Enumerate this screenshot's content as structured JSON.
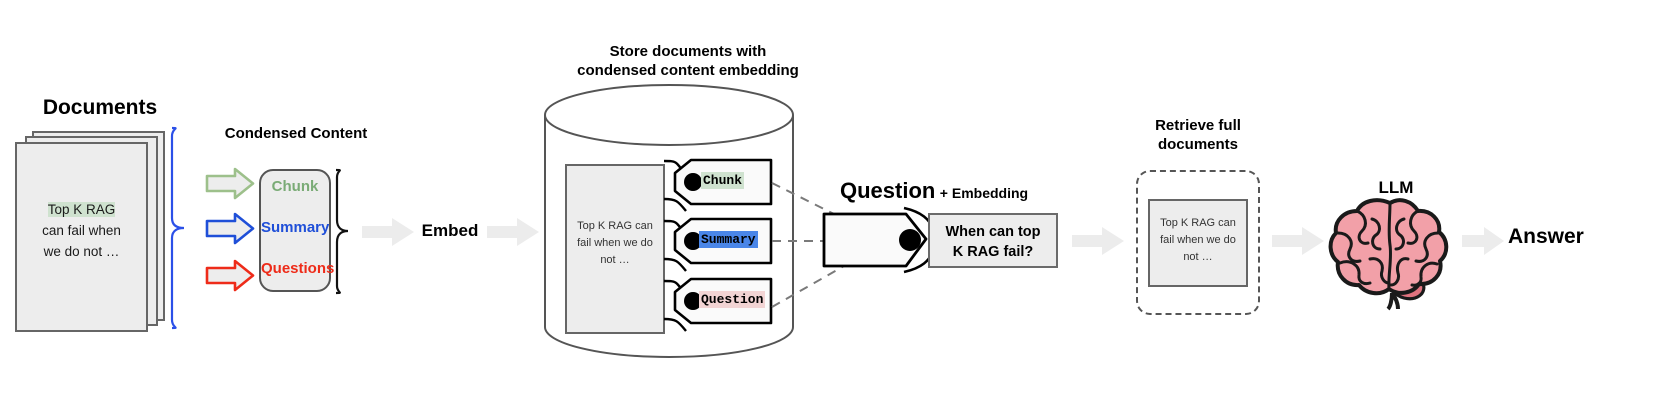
{
  "diagram": {
    "title_documents": "Documents",
    "title_condensed": "Condensed Content",
    "title_store_line1": "Store documents with",
    "title_store_line2": "condensed content embedding",
    "title_retrieve_line1": "Retrieve full",
    "title_retrieve_line2": "documents",
    "title_llm": "LLM",
    "label_embed": "Embed",
    "label_answer": "Answer",
    "question_heading_bold": "Question",
    "question_heading_rest": "+ Embedding"
  },
  "document": {
    "highlight": "Top K RAG",
    "line2": "can fail when",
    "line3": "we do not …"
  },
  "db_document": {
    "line1": "Top K RAG can",
    "line2": "fail when we do",
    "line3": "not …"
  },
  "retrieved_document": {
    "line1": "Top K RAG can",
    "line2": "fail when we do",
    "line3": "not …"
  },
  "condensed": {
    "items": [
      {
        "label": "Chunk",
        "color": "#7aab76"
      },
      {
        "label": "Summary",
        "color": "#1f4fd8"
      },
      {
        "label": "Questions",
        "color": "#ee2b19"
      }
    ]
  },
  "arrows_into_condensed": [
    {
      "name": "chunk-arrow",
      "stroke": "#9dc08b",
      "fill": "#ededed"
    },
    {
      "name": "summary-arrow",
      "stroke": "#1f4fd8",
      "fill": "#ededed"
    },
    {
      "name": "questions-arrow",
      "stroke": "#ee2b19",
      "fill": "#ededed"
    }
  ],
  "db_tags": [
    {
      "label": "Chunk",
      "highlight": "#cfe2cf"
    },
    {
      "label": "Summary",
      "highlight": "#4a86e8"
    },
    {
      "label": "Question",
      "highlight": "#f2d4d4"
    }
  ],
  "question_box": {
    "line1": "When can top",
    "line2": "K RAG fail?"
  },
  "colors": {
    "gray_arrow": "#ececec",
    "panel_fill": "#ededed",
    "panel_stroke": "#666666",
    "brace_blue": "#2b50e8",
    "brace_black": "#000000",
    "dashed": "#7a7a7a",
    "brain_pink": "#f2a0a8",
    "brain_pink_dark": "#e0737f",
    "brain_outline": "#1a1a1a"
  }
}
